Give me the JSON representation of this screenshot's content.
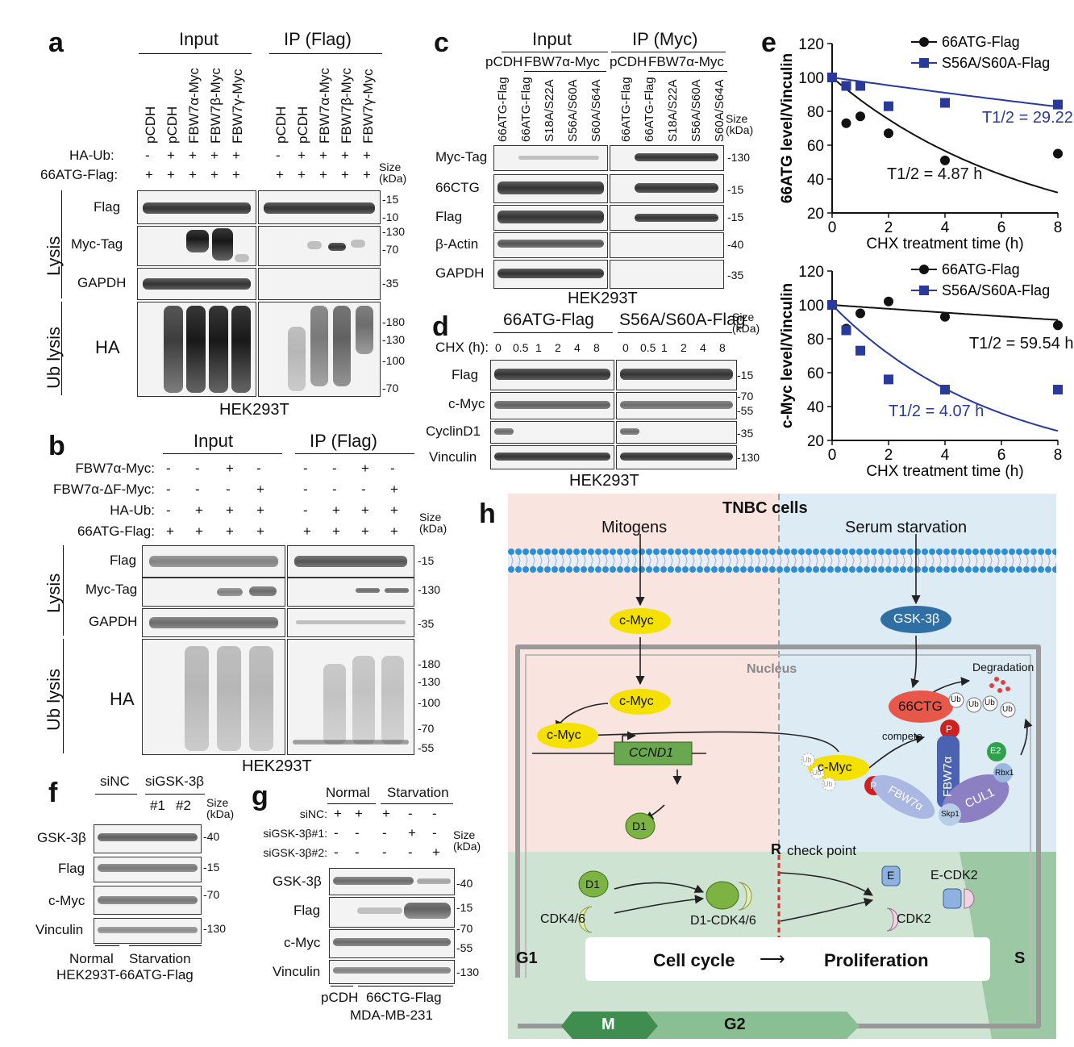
{
  "a": {
    "label": "a",
    "input_header": "Input",
    "ip_header": "IP (Flag)",
    "lanes": [
      "pCDH",
      "pCDH",
      "FBW7α-Myc",
      "FBW7β-Myc",
      "FBW7γ-Myc"
    ],
    "row_ha_ub": "HA-Ub:",
    "row_66atg": "66ATG-Flag:",
    "ha_ub_signs": [
      "-",
      "+",
      "+",
      "+",
      "+"
    ],
    "atg_signs": [
      "+",
      "+",
      "+",
      "+",
      "+"
    ],
    "size_label": "Size\n(kDa)",
    "blots": [
      "Flag",
      "Myc-Tag",
      "GAPDH",
      "HA"
    ],
    "group_lysis": "Lysis",
    "group_ub": "Ub lysis",
    "markers": [
      "-15",
      "-10",
      "-130",
      "-70",
      "-35",
      "-180",
      "-130",
      "-100",
      "-70"
    ],
    "cell": "HEK293T"
  },
  "b": {
    "label": "b",
    "input_header": "Input",
    "ip_header": "IP (Flag)",
    "rows": [
      {
        "name": "FBW7α-Myc:",
        "signs": [
          "-",
          "-",
          "+",
          "-",
          "-",
          "-",
          "+",
          "-"
        ]
      },
      {
        "name": "FBW7α-ΔF-Myc:",
        "signs": [
          "-",
          "-",
          "-",
          "+",
          "-",
          "-",
          "-",
          "+"
        ]
      },
      {
        "name": "HA-Ub:",
        "signs": [
          "-",
          "+",
          "+",
          "+",
          "-",
          "+",
          "+",
          "+"
        ]
      },
      {
        "name": "66ATG-Flag:",
        "signs": [
          "+",
          "+",
          "+",
          "+",
          "+",
          "+",
          "+",
          "+"
        ]
      }
    ],
    "size_label": "Size\n(kDa)",
    "blots": [
      "Flag",
      "Myc-Tag",
      "GAPDH",
      "HA"
    ],
    "group_lysis": "Lysis",
    "group_ub": "Ub lysis",
    "markers": [
      "-15",
      "-130",
      "-35",
      "-180",
      "-130",
      "-100",
      "-70",
      "-55"
    ],
    "cell": "HEK293T"
  },
  "c": {
    "label": "c",
    "input_header": "Input",
    "ip_header": "IP (Myc)",
    "group_pcdh": "pCDH",
    "group_fbw": "FBW7α-Myc",
    "lanes": [
      "66ATG-Flag",
      "66ATG-Flag",
      "S18A/S22A",
      "S56A/S60A",
      "S60A/S64A",
      "66ATG-Flag",
      "66ATG-Flag",
      "S18A/S22A",
      "S56A/S60A",
      "S60A/S64A"
    ],
    "size_label": "Size\n(kDa)",
    "blots": [
      "Myc-Tag",
      "66CTG",
      "Flag",
      "β-Actin",
      "GAPDH"
    ],
    "markers": [
      "-130",
      "-15",
      "-15",
      "-40",
      "-35"
    ],
    "cell": "HEK293T"
  },
  "d": {
    "label": "d",
    "group1": "66ATG-Flag",
    "group2": "S56A/S60A-Flag",
    "chx_label": "CHX (h):",
    "times": [
      "0",
      "0.5",
      "1",
      "2",
      "4",
      "8",
      "0",
      "0.5",
      "1",
      "2",
      "4",
      "8"
    ],
    "size_label": "Size\n(kDa)",
    "blots": [
      "Flag",
      "c-Myc",
      "CyclinD1",
      "Vinculin"
    ],
    "markers": [
      "-15",
      "-70",
      "-55",
      "-35",
      "-130"
    ],
    "cell": "HEK293T"
  },
  "e": {
    "label": "e"
  },
  "f": {
    "label": "f",
    "group1": "siNC",
    "group2": "siGSK-3β",
    "sub1": "#1",
    "sub2": "#2",
    "size_label": "Size\n(kDa)",
    "blots": [
      "GSK-3β",
      "Flag",
      "c-Myc",
      "Vinculin"
    ],
    "markers": [
      "-40",
      "-15",
      "-70",
      "-130"
    ],
    "bottom1": "Normal",
    "bottom2": "Starvation",
    "cell": "HEK293T-66ATG-Flag"
  },
  "g": {
    "label": "g",
    "group1": "Normal",
    "group2": "Starvation",
    "rows": [
      {
        "name": "siNC:",
        "signs": [
          "+",
          "+",
          "+",
          "-",
          "-"
        ]
      },
      {
        "name": "siGSK-3β#1:",
        "signs": [
          "-",
          "-",
          "-",
          "+",
          "-"
        ]
      },
      {
        "name": "siGSK-3β#2:",
        "signs": [
          "-",
          "-",
          "-",
          "-",
          "+"
        ]
      }
    ],
    "size_label": "Size\n(kDa)",
    "blots": [
      "GSK-3β",
      "Flag",
      "c-Myc",
      "Vinculin"
    ],
    "markers": [
      "-40",
      "-15",
      "-70",
      "-55",
      "-130"
    ],
    "bottom1": "pCDH",
    "bottom2": "66CTG-Flag",
    "cell": "MDA-MB-231"
  },
  "h": {
    "label": "h",
    "title": "TNBC cells",
    "mitogens": "Mitogens",
    "serum": "Serum starvation",
    "cmyc": "c-Myc",
    "gsk": "GSK-3β",
    "nucleus": "Nucleus",
    "degradation": "Degradation",
    "ctg": "66CTG",
    "compete": "compete",
    "ub": "Ub",
    "p": "P",
    "fbw": "FBW7α",
    "cul": "CUL1",
    "skp": "Skp1",
    "rbx": "Rbx1",
    "e2": "E2",
    "ccnd1": "CCND1",
    "d1": "D1",
    "cdk46": "CDK4/6",
    "d1cdk": "D1-CDK4/6",
    "rcheck_r": "R",
    "rcheck": "check point",
    "e": "E",
    "cdk2": "CDK2",
    "ecdk2": "E-CDK2",
    "g1": "G1",
    "s": "S",
    "m": "M",
    "g2": "G2",
    "cellcycle": "Cell cycle",
    "arrow": "⟶",
    "prolif": "Proliferation"
  },
  "chart_data": [
    {
      "type": "scatter",
      "title": "",
      "xlabel": "CHX treatment time (h)",
      "ylabel": "66ATG level/Vinculin",
      "xlim": [
        0,
        8
      ],
      "ylim": [
        20,
        120
      ],
      "xticks": [
        0,
        2,
        4,
        6,
        8
      ],
      "yticks": [
        20,
        40,
        60,
        80,
        100,
        120
      ],
      "series": [
        {
          "name": "66ATG-Flag",
          "color": "#111111",
          "marker": "circle",
          "x": [
            0,
            0.5,
            1,
            2,
            4,
            8
          ],
          "y": [
            100,
            73,
            77,
            67,
            51,
            55
          ],
          "half_life": "T1/2 = 4.87 h",
          "k": 0.1423
        },
        {
          "name": "S56A/S60A-Flag",
          "color": "#2a3a9a",
          "marker": "square",
          "x": [
            0,
            0.5,
            1,
            2,
            4,
            8
          ],
          "y": [
            100,
            95,
            95,
            83,
            85,
            84
          ],
          "half_life": "T1/2 = 29.22 h",
          "k": 0.0237
        }
      ],
      "legend_position": "top-right",
      "annotations": [
        {
          "text": "T1/2 = 29.22 h",
          "color": "#2a3a9a"
        },
        {
          "text": "T1/2 = 4.87 h",
          "color": "#111111"
        }
      ]
    },
    {
      "type": "scatter",
      "title": "",
      "xlabel": "CHX treatment time (h)",
      "ylabel": "c-Myc level/Vinculin",
      "xlim": [
        0,
        8
      ],
      "ylim": [
        20,
        120
      ],
      "xticks": [
        0,
        2,
        4,
        6,
        8
      ],
      "yticks": [
        20,
        40,
        60,
        80,
        100,
        120
      ],
      "series": [
        {
          "name": "66ATG-Flag",
          "color": "#111111",
          "marker": "circle",
          "x": [
            0,
            0.5,
            1,
            2,
            4,
            8
          ],
          "y": [
            100,
            86,
            95,
            102,
            93,
            88
          ],
          "half_life": "T1/2 = 59.54 h",
          "k": 0.01164
        },
        {
          "name": "S56A/S60A-Flag",
          "color": "#2a3a9a",
          "marker": "square",
          "x": [
            0,
            0.5,
            1,
            2,
            4,
            8
          ],
          "y": [
            100,
            85,
            73,
            56,
            50,
            50
          ],
          "half_life": "T1/2 = 4.07 h",
          "k": 0.1703
        }
      ],
      "legend_position": "top-right",
      "annotations": [
        {
          "text": "T1/2 = 59.54 h",
          "color": "#111111"
        },
        {
          "text": "T1/2 = 4.07 h",
          "color": "#2a3a9a"
        }
      ]
    }
  ]
}
